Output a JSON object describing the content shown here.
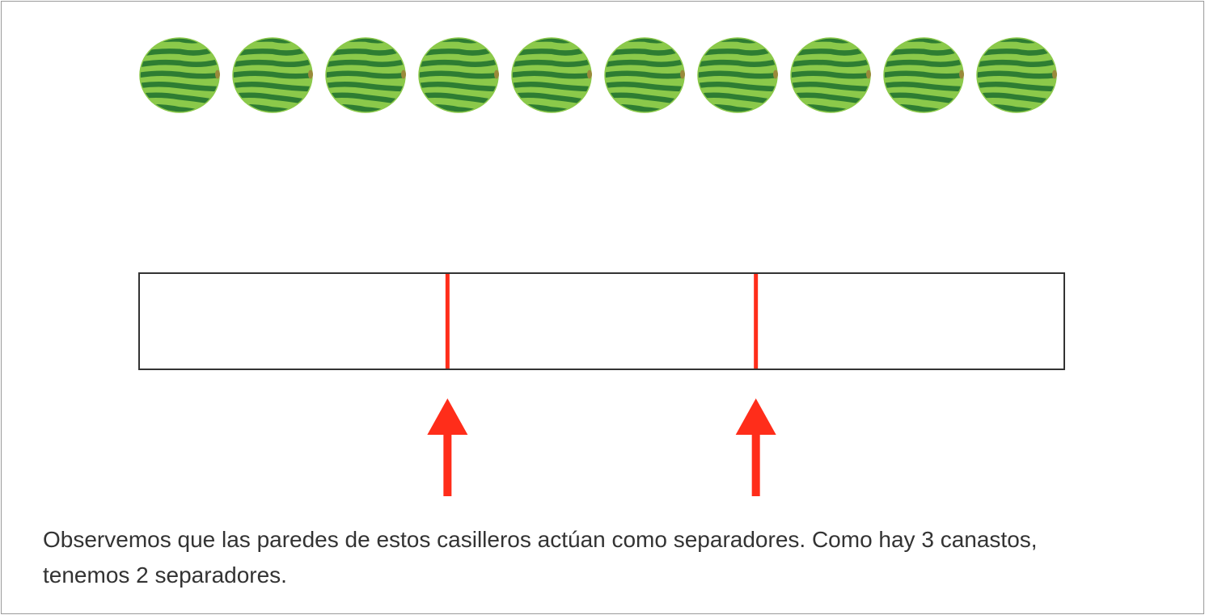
{
  "diagram": {
    "item_icon": "watermelon-icon",
    "item_count": 10,
    "basket_count": 3,
    "separator_count": 2,
    "colors": {
      "watermelon_light": "#8bc94a",
      "watermelon_dark": "#2e7d32",
      "watermelon_stem": "#9a8a3a",
      "separator": "#ff2d1a",
      "arrow": "#ff2d1a",
      "box_border": "#333333",
      "frame_border": "#9a9a9a",
      "text": "#333333"
    }
  },
  "caption": {
    "text": "Observemos que las paredes de estos casilleros actúan como separadores. Como hay 3 canastos, tenemos 2 separadores."
  }
}
